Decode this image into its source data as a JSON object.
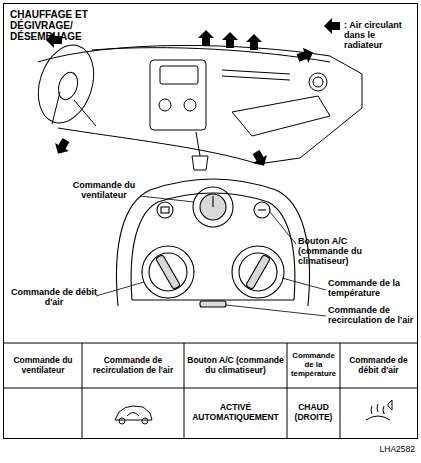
{
  "diagram": {
    "title": "CHAUFFAGE ET DÉGIVRAGE/ DÉSEMBUAGE",
    "labels": [
      "Commande du ventilateur",
      "Bouton A/C (commande du climatiseur)",
      "Commande de débit d'air",
      "Commande de la température",
      "Commande de recirculation de l'air",
      "Commande du ventilateur",
      "Commande de recirculation de l'air",
      "Bouton A/C (commande du climatiseur)",
      "Commande de la température",
      "Commande de débit d'air",
      "ACTIVÉ AUTOMATIQUEMENT",
      "CHAUD (DROITE)",
      "LHA2582"
    ],
    "legend": [
      {
        "text": ": Air circulant dans le radiateur"
      }
    ]
  }
}
